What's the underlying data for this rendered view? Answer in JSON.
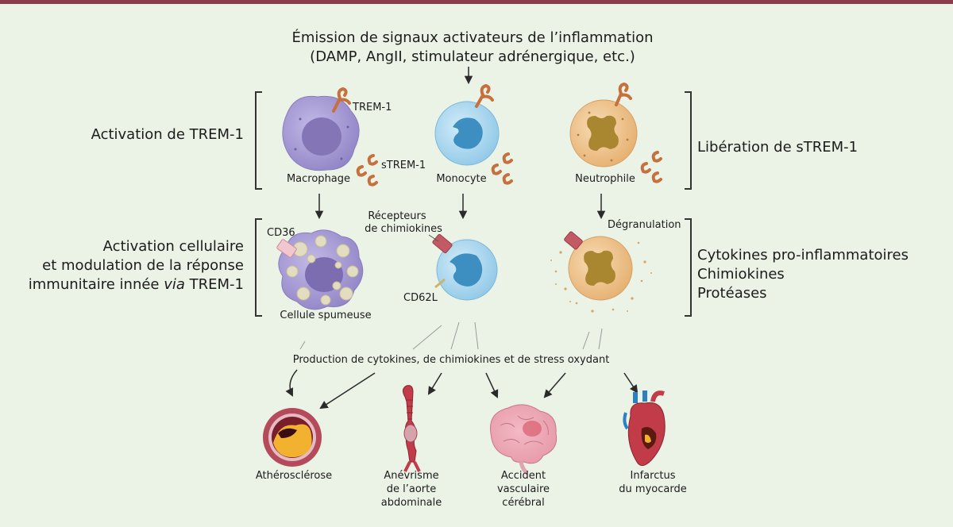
{
  "header": {
    "line1": "Émission de signaux activateurs de l’inflammation",
    "line2": "(DAMP, AngII, stimulateur adrénergique, etc.)"
  },
  "left_labels": {
    "activation": "Activation de TREM-1",
    "cellular_1": "Activation cellulaire",
    "cellular_2": "et modulation de la réponse",
    "cellular_3_a": "immunitaire innée ",
    "cellular_3_via": "via",
    "cellular_3_b": " TREM-1"
  },
  "right_labels": {
    "release": "Libération de sTREM-1",
    "cytokines": "Cytokines pro-inflammatoires",
    "chemokines": "Chimiokines",
    "proteases": "Protéases"
  },
  "cell_labels": {
    "trem1": "TREM-1",
    "strem1": "sTREM-1",
    "macrophage": "Macrophage",
    "monocyte": "Monocyte",
    "neutrophil": "Neutrophile",
    "cd36": "CD36",
    "receptors_1": "Récepteurs",
    "receptors_2": "de chimiokines",
    "degranulation": "Dégranulation",
    "cd62l": "CD62L",
    "foam_cell": "Cellule spumeuse"
  },
  "production": "Production de cytokines, de chimiokines et de stress oxydant",
  "diseases": {
    "atherosclerosis": "Athérosclérose",
    "aneurysm_1": "Anévrisme",
    "aneurysm_2": "de l’aorte",
    "aneurysm_3": "abdominale",
    "stroke_1": "Accident",
    "stroke_2": "vasculaire",
    "stroke_3": "cérébral",
    "infarction_1": "Infarctus",
    "infarction_2": "du myocarde"
  },
  "colors": {
    "top_bar": "#8c3a4c",
    "background": "#ebf2e6",
    "macrophage": "#a49ad2",
    "monocyte": "#a9d6ee",
    "neutrophil": "#efc58e",
    "receptor": "#c6703e"
  }
}
